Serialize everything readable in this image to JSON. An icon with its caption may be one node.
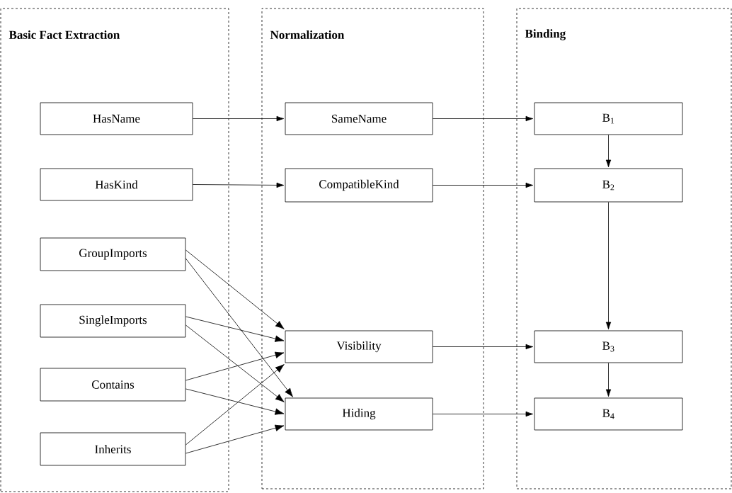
{
  "diagram": {
    "nodes": [
      {
        "text": [
          "Basic Fact Extraction"
        ]
      },
      {
        "text": [
          "Normalization"
        ]
      },
      {
        "text": [
          "Binding"
        ]
      },
      {
        "text": [
          "HasName"
        ],
        "in": 0
      },
      {
        "text": [
          "HasKind"
        ],
        "in": 0
      },
      {
        "text": [
          "GroupImports"
        ],
        "in": 0
      },
      {
        "text": [
          "SingleImports"
        ],
        "in": 0
      },
      {
        "text": [
          "Contains"
        ],
        "in": 0
      },
      {
        "text": [
          "Inherits"
        ],
        "in": 0
      },
      {
        "text": [
          "SameName"
        ],
        "in": 1
      },
      {
        "text": [
          "CompatibleKind"
        ],
        "in": 1
      },
      {
        "text": [
          "Visibility"
        ],
        "in": 1
      },
      {
        "text": [
          "Hiding"
        ],
        "in": 1
      },
      {
        "text": [
          "B$_{1}$"
        ],
        "in": 2
      },
      {
        "text": [
          "B$_{2}$"
        ],
        "in": 2
      },
      {
        "text": [
          "B$_{3}$"
        ],
        "in": 2
      },
      {
        "text": [
          "B$_{4}$"
        ],
        "in": 2
      }
    ],
    "edges": [
      {
        "from": 3,
        "to": 9,
        "arrow": "to"
      },
      {
        "from": 4,
        "to": 10,
        "arrow": "to"
      },
      {
        "from": 9,
        "to": 13,
        "arrow": "to"
      },
      {
        "from": 10,
        "to": 14,
        "arrow": "to"
      },
      {
        "from": 13,
        "to": 14,
        "arrow": "to"
      },
      {
        "from": 14,
        "to": 15,
        "arrow": "to"
      },
      {
        "from": 15,
        "to": 16,
        "arrow": "to"
      },
      {
        "from": 11,
        "to": 15,
        "arrow": "to"
      },
      {
        "from": 12,
        "to": 16,
        "arrow": "to"
      },
      {
        "from": 5,
        "to": 11,
        "arrow": "to"
      },
      {
        "from": 5,
        "to": 12,
        "arrow": "to"
      },
      {
        "from": 6,
        "to": 11,
        "arrow": "to"
      },
      {
        "from": 6,
        "to": 12,
        "arrow": "to"
      },
      {
        "from": 7,
        "to": 11,
        "arrow": "to"
      },
      {
        "from": 7,
        "to": 12,
        "arrow": "to"
      },
      {
        "from": 8,
        "to": 11,
        "arrow": "to"
      },
      {
        "from": 8,
        "to": 12,
        "arrow": "to"
      }
    ]
  }
}
